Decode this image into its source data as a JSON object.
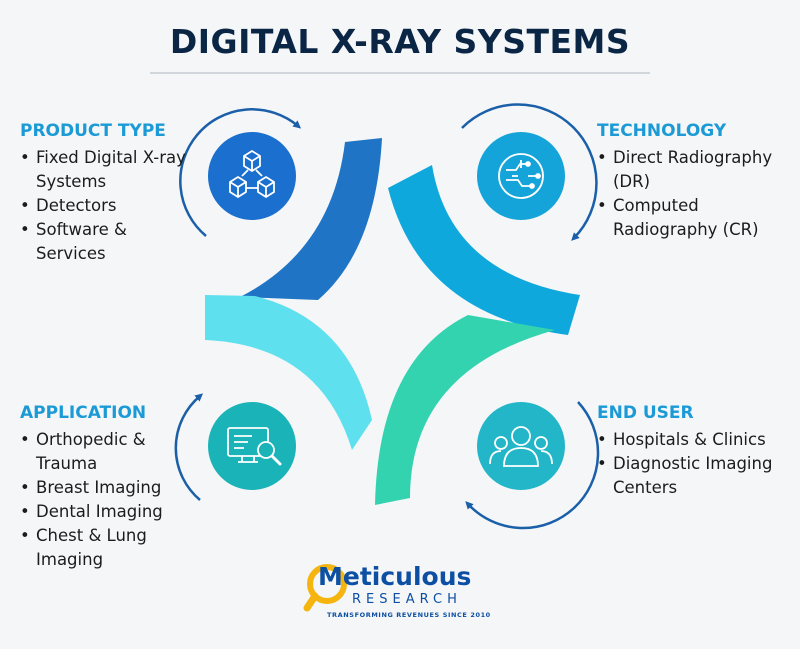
{
  "title": "DIGITAL X-RAY SYSTEMS",
  "sections": [
    {
      "title": "PRODUCT TYPE",
      "icon": "cubes-icon",
      "items": [
        "Fixed Digital X-ray Systems",
        "Detectors",
        "Software & Services"
      ]
    },
    {
      "title": "TECHNOLOGY",
      "icon": "circuit-head-icon",
      "items": [
        "Direct Radiography (DR)",
        "Computed Radiography (CR)"
      ]
    },
    {
      "title": "APPLICATION",
      "icon": "monitor-search-icon",
      "items": [
        "Orthopedic & Trauma",
        "Breast Imaging",
        "Dental Imaging",
        "Chest & Lung Imaging"
      ]
    },
    {
      "title": "END USER",
      "icon": "users-icon",
      "items": [
        "Hospitals & Clinics",
        "Diagnostic Imaging Centers"
      ]
    }
  ],
  "logo": {
    "name": "Meticulous",
    "sub": "RESEARCH",
    "tagline": "TRANSFORMING REVENUES SINCE 2010"
  },
  "colors": {
    "title": "#0b2545",
    "heading": "#1b9ad6",
    "petal_top_left": "#1f74c6",
    "petal_top_right": "#0fa8dd",
    "petal_bottom_left": "#5ee0ee",
    "petal_bottom_right": "#33d3b0",
    "circle_product": "#1b6fcf",
    "circle_technology": "#14a4d9",
    "circle_application": "#19b3b8",
    "circle_enduser": "#22b6c8",
    "logo_yellow": "#f6b40e",
    "logo_blue": "#0d4fa3"
  }
}
